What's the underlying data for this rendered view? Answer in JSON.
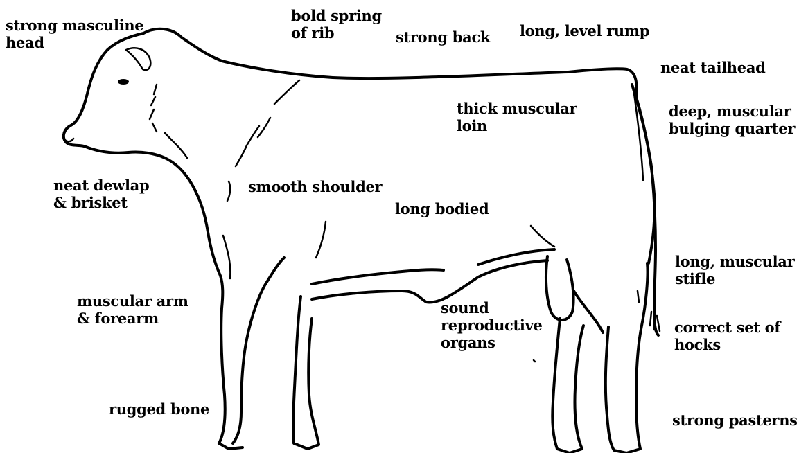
{
  "labels": {
    "head": "strong masculine\nhead",
    "rib": "bold spring\nof rib",
    "back": "strong back",
    "rump": "long, level rump",
    "tailhead": "neat tailhead",
    "loin": "thick muscular\nloin",
    "quarter": "deep, muscular\nbulging quarter",
    "dewlap": "neat dewlap\n& brisket",
    "shoulder": "smooth shoulder",
    "bodied": "long bodied",
    "stifle": "long, muscular\nstifle",
    "arm": "muscular arm\n& forearm",
    "organs": "sound\nreproductive\norgans",
    "hocks": "correct set of\nhocks",
    "bone": "rugged bone",
    "pasterns": "strong pasterns"
  },
  "colors": {
    "ink": "#000000",
    "background": "#ffffff"
  }
}
